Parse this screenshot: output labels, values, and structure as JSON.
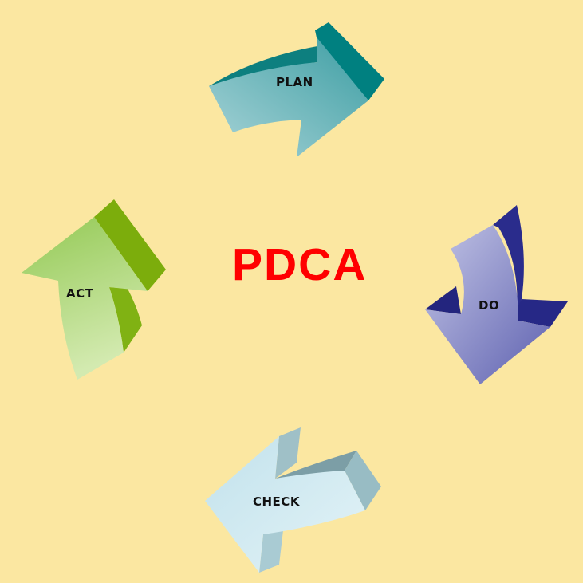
{
  "diagram": {
    "title": "PDCA",
    "title_color": "#ff0000",
    "background": "#fbe7a1",
    "steps": [
      {
        "label": "PLAN",
        "position": "top",
        "direction": "right",
        "colors": {
          "face_light": "#a8d3d6",
          "face_dark": "#4aa3a8",
          "side": "#00807f"
        }
      },
      {
        "label": "DO",
        "position": "right",
        "direction": "down",
        "colors": {
          "face_light": "#b9bbe0",
          "face_dark": "#6b6db7",
          "side": "#25278a"
        }
      },
      {
        "label": "CHECK",
        "position": "bottom",
        "direction": "left",
        "colors": {
          "face_light": "#dcf0f6",
          "face_dark": "#b6dbe5",
          "side": "#8fb3bb"
        }
      },
      {
        "label": "ACT",
        "position": "left",
        "direction": "up",
        "colors": {
          "face_light": "#cde6a4",
          "face_dark": "#92c850",
          "side": "#79ad0a"
        }
      }
    ]
  }
}
